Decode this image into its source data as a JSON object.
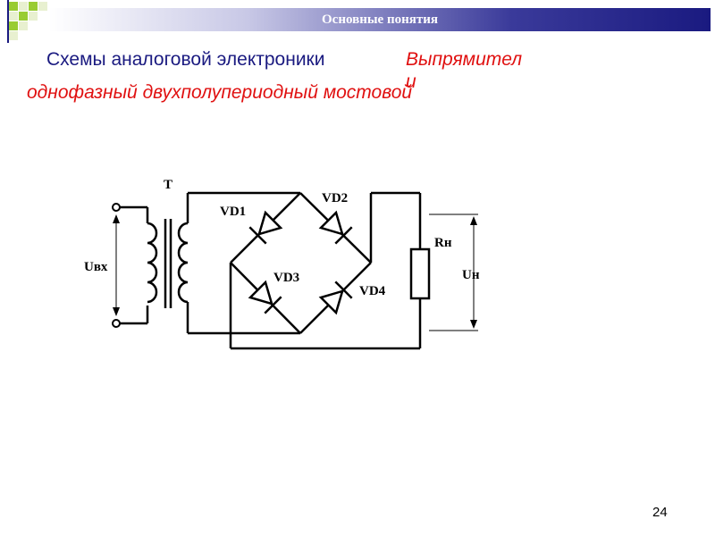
{
  "header": {
    "title": "Основные понятия"
  },
  "title": {
    "line1": "Схемы аналоговой электроники",
    "red_word": "Выпрямител",
    "red_letter": "и",
    "line2": "однофазный двухполупериодный мостовой"
  },
  "circuit": {
    "label_T": "T",
    "label_VD1": "VD1",
    "label_VD2": "VD2",
    "label_VD3": "VD3",
    "label_VD4": "VD4",
    "label_Rn": "Rн",
    "label_Uvx": "Uвх",
    "label_Un": "Uн"
  },
  "slide_number": "24",
  "colors": {
    "header_dark": "#1a1a80",
    "title_red": "#e01010",
    "square_green": "#99cc33"
  }
}
